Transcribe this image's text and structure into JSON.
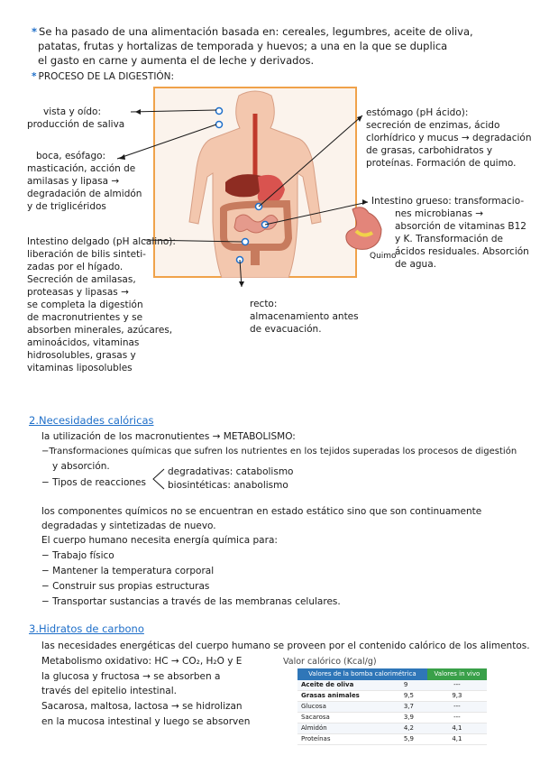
{
  "intro": {
    "line1": "Se ha pasado de una alimentación basada en: cereales, legumbres, aceite de oliva,",
    "line2": "patatas, frutas y hortalizas de temporada y huevos; a una en la que se duplica",
    "line3": "el gasto en carne y aumenta el de leche y derivados.",
    "process_title": "PROCESO DE LA DIGESTIÓN:"
  },
  "digestion": {
    "vista_1": "vista y oído:",
    "vista_2": "producción de saliva",
    "boca_1": "boca, esófago:",
    "boca_2": "masticación, acción de",
    "boca_3": "amilasas y lipasa →",
    "boca_4": "degradación de almidón",
    "boca_5": "y de triglicéridos",
    "delgado_1": "Intestino delgado (pH alcalino):",
    "delgado_2": "liberación de bilis sinteti-",
    "delgado_3": "zadas por el hígado.",
    "delgado_4": "Secreción de amilasas,",
    "delgado_5": "proteasas y lipasas →",
    "delgado_6": "se completa la digestión",
    "delgado_7": "de macronutrientes y se",
    "delgado_8": "absorben minerales, azúcares,",
    "delgado_9": "aminoácidos, vitaminas",
    "delgado_10": "hidrosolubles, grasas y",
    "delgado_11": "vitaminas liposolubles",
    "estomago_1": "estómago (pH ácido):",
    "estomago_2": "secreción de enzimas, ácido",
    "estomago_3": "clorhídrico y mucus → degradación",
    "estomago_4": "de grasas, carbohidratos y",
    "estomago_5": "proteínas. Formación de quimo.",
    "grueso_1": "Intestino grueso: transformacio-",
    "grueso_2": "nes microbianas →",
    "grueso_3": "absorción de vitaminas B12",
    "grueso_4": "y K. Transformación de",
    "grueso_5": "ácidos residuales. Absorción",
    "grueso_6": "de agua.",
    "quimo_label": "Quimo",
    "recto_1": "recto:",
    "recto_2": "almacenamiento antes",
    "recto_3": "de evacuación."
  },
  "section2": {
    "heading": "2.Necesidades calóricas",
    "line1": "la utilización de los macronutientes → METABOLISMO:",
    "line2": "−Transformaciones químicas que sufren los nutrientes en los tejidos superadas los procesos de digestión",
    "line3": "y absorción.",
    "tipos": "− Tipos de reacciones",
    "degradativas": "degradativas: catabolismo",
    "biosinteticas": "biosintéticas: anabolismo",
    "para1": "los componentes químicos no se encuentran en estado estático sino que son continuamente",
    "para2": "degradadas y sintetizadas de nuevo.",
    "para3": "El cuerpo humano necesita energía química para:",
    "item1": "− Trabajo físico",
    "item2": "− Mantener la temperatura corporal",
    "item3": "− Construir sus propias estructuras",
    "item4": "− Transportar sustancias a través de las membranas celulares."
  },
  "section3": {
    "heading": "3.Hidratos de carbono",
    "line1": "las necesidades energéticas del cuerpo humano se proveen por el contenido calórico de los alimentos.",
    "line2": "Metabolismo oxidativo: HC → CO₂, H₂O y E",
    "line3": "la glucosa y fructosa → se absorben a",
    "line4": "través del epitelio intestinal.",
    "line5": "Sacarosa, maltosa, lactosa → se hidrolizan",
    "line6": "en la mucosa intestinal y luego se absorven"
  },
  "calorie_table": {
    "title": "Valor calórico (Kcal/g)",
    "header_left": "Valores de la bomba calorimétrica",
    "header_right": "Valores in vivo",
    "rows": [
      {
        "name": "Aceite de oliva",
        "bomb": "9",
        "vivo": "---"
      },
      {
        "name": "Grasas animales",
        "bomb": "9,5",
        "vivo": "9,3"
      },
      {
        "name": "Glucosa",
        "bomb": "3,7",
        "vivo": "---"
      },
      {
        "name": "Sacarosa",
        "bomb": "3,9",
        "vivo": "---"
      },
      {
        "name": "Almidón",
        "bomb": "4,2",
        "vivo": "4,1"
      },
      {
        "name": "Proteínas",
        "bomb": "5,9",
        "vivo": "4,1"
      }
    ]
  },
  "colors": {
    "accent_blue": "#1f6fc9",
    "diagram_frame": "#f0a24a",
    "table_header_blue": "#2f76b8",
    "table_header_green": "#39a049"
  }
}
